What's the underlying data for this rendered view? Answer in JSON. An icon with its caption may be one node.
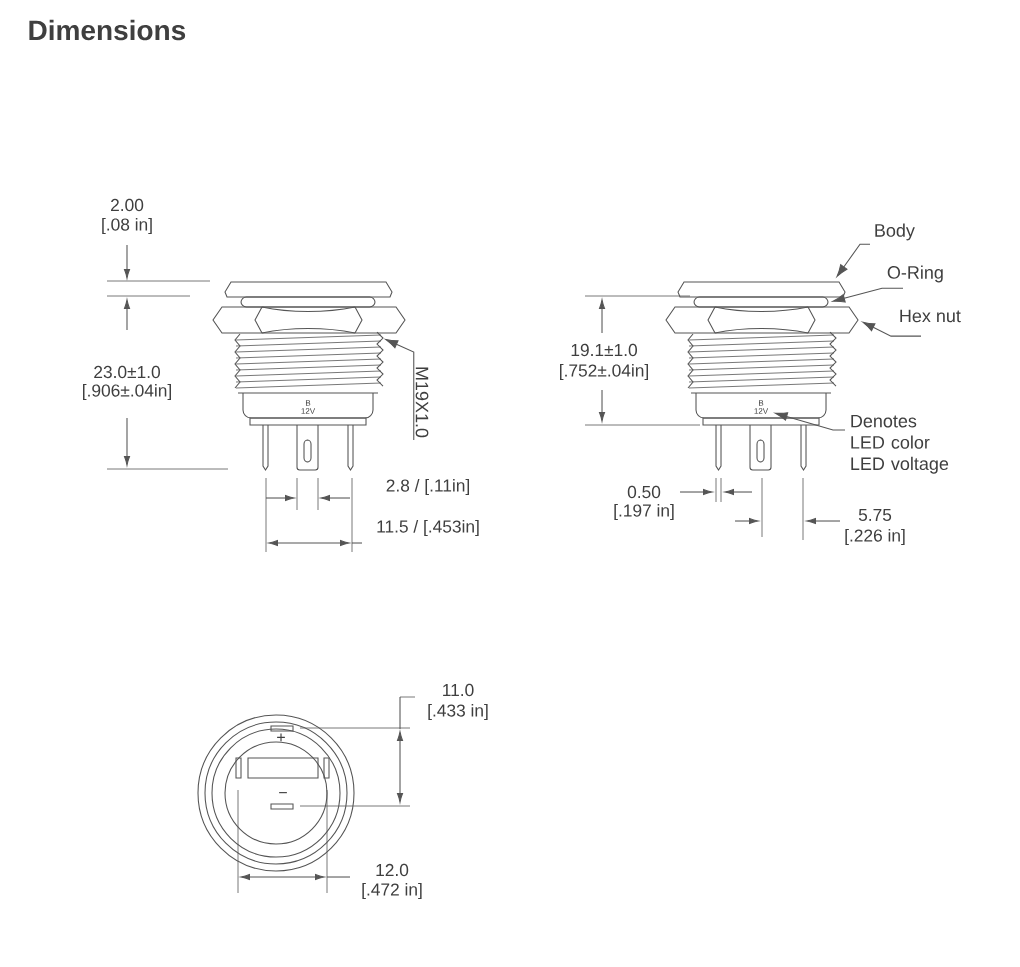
{
  "diagram": {
    "title": "Dimensions",
    "nodes": [
      {
        "text": [
          "M19X1.0"
        ]
      },
      {
        "text": [
          "Body"
        ]
      },
      {
        "text": [
          "O-Ring"
        ]
      },
      {
        "text": [
          "Hex nut"
        ]
      },
      {
        "text": [
          "Denotes LED color LED voltage"
        ]
      },
      {
        "text": [],
        "shape": "picture"
      },
      {
        "text": [],
        "shape": "picture"
      },
      {
        "text": [],
        "shape": "picture"
      },
      {
        "text": [],
        "shape": "picture"
      },
      {
        "text": [],
        "shape": "picture"
      }
    ],
    "edges": [
      {
        "from": 0,
        "to": 5,
        "arrow": "to"
      },
      {
        "from": 1,
        "to": 6,
        "arrow": "to"
      },
      {
        "from": 2,
        "to": 7,
        "arrow": "to"
      },
      {
        "from": 3,
        "to": 8,
        "arrow": "to"
      },
      {
        "from": 4,
        "to": 9,
        "arrow": "to"
      }
    ],
    "labels": [
      "2.00",
      "[.08 in]",
      "23.0±1.0",
      "[.906±.04in]",
      "B",
      "12V",
      "19.1±1.0",
      "[.752±.04in]",
      "B",
      "12V",
      "2.8 / [.11in]",
      "0.50",
      "[.197 in]",
      "11.5 / [.453in]",
      "5.75",
      "[.226 in]",
      "11.0",
      "[.433 in]",
      "+",
      "−",
      "12.0",
      "[.472 in]"
    ]
  }
}
